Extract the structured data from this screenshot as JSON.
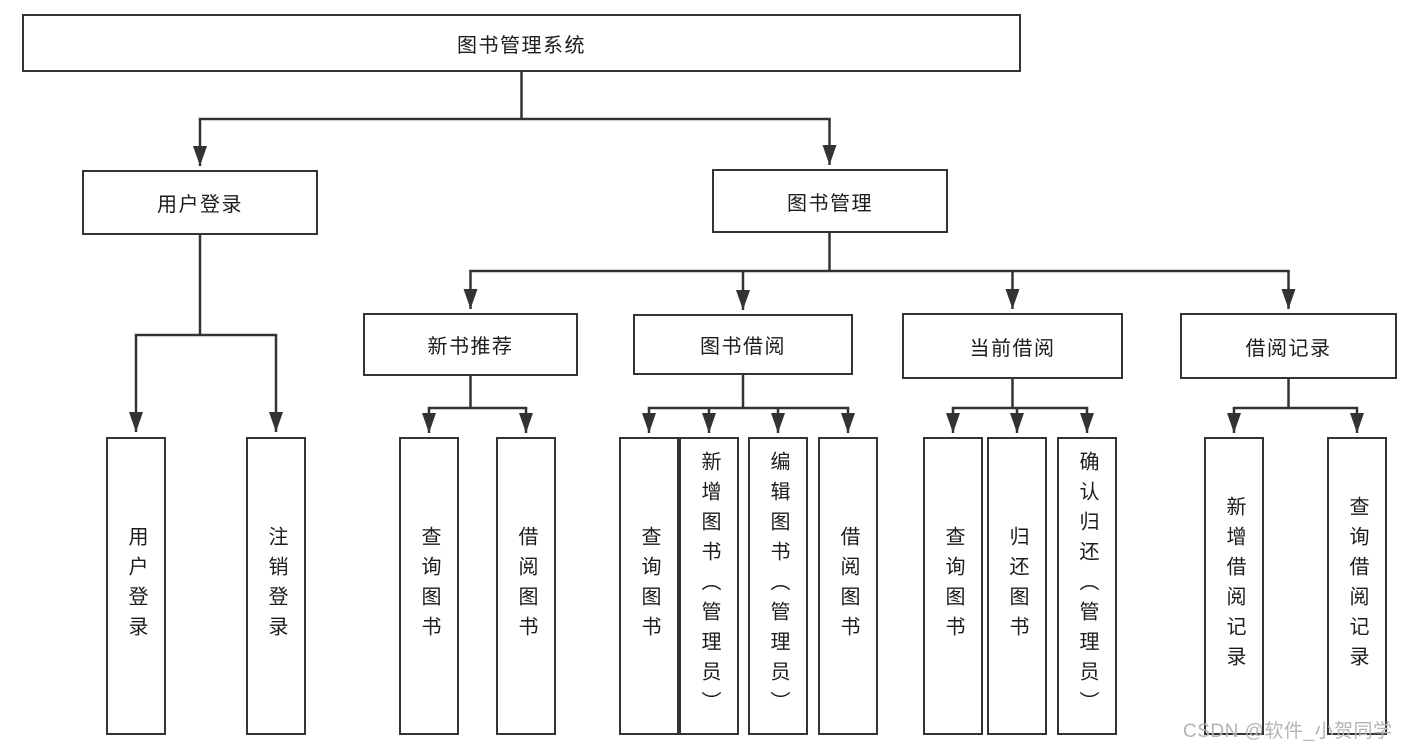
{
  "diagram_type": "tree",
  "colors": {
    "line": "#333333",
    "box_border": "#333333",
    "box_fill": "#ffffff",
    "text": "#1c1c1c",
    "watermark_text": "#b5b5b5"
  },
  "tree": {
    "root": {
      "label": "图书管理系统"
    },
    "level2": [
      {
        "label": "用户登录",
        "children": [
          {
            "label": "用户登录"
          },
          {
            "label": "注销登录"
          }
        ]
      },
      {
        "label": "图书管理",
        "children": [
          {
            "label": "新书推荐",
            "children": [
              {
                "label": "查询图书"
              },
              {
                "label": "借阅图书"
              }
            ]
          },
          {
            "label": "图书借阅",
            "children": [
              {
                "label": "查询图书"
              },
              {
                "label": "新增图书（管理员）"
              },
              {
                "label": "编辑图书（管理员）"
              },
              {
                "label": "借阅图书"
              }
            ]
          },
          {
            "label": "当前借阅",
            "children": [
              {
                "label": "查询图书"
              },
              {
                "label": "归还图书"
              },
              {
                "label": "确认归还（管理员）"
              }
            ]
          },
          {
            "label": "借阅记录",
            "children": [
              {
                "label": "新增借阅记录"
              },
              {
                "label": "查询借阅记录"
              }
            ]
          }
        ]
      }
    ]
  },
  "watermark": "CSDN @软件_小贺同学"
}
